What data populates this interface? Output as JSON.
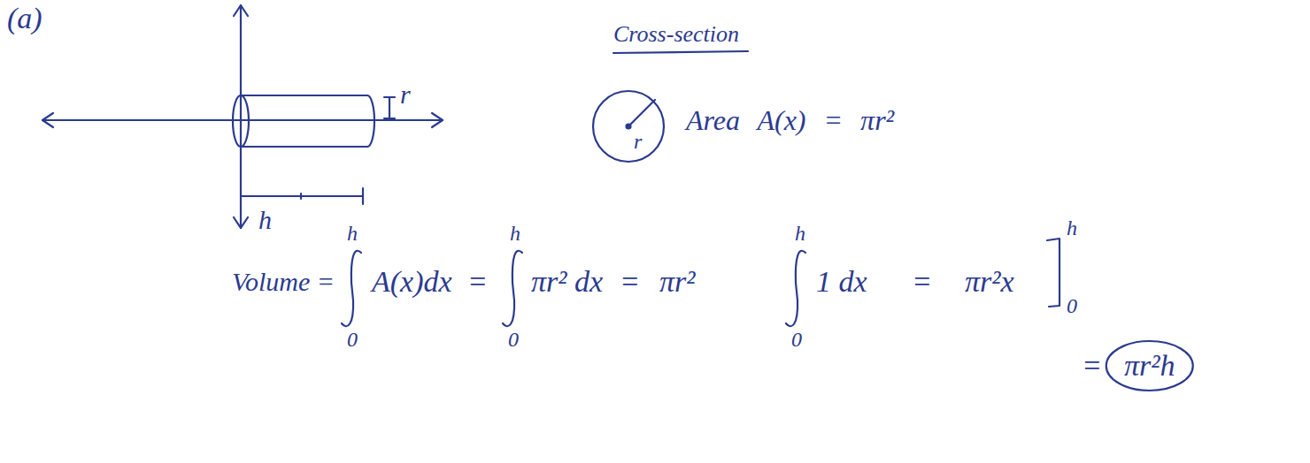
{
  "diagram": {
    "labels": [
      "(a)",
      "r",
      "h",
      "Cross-section",
      "r",
      "Area A(x) = πr²",
      "Volume =",
      "h",
      "0",
      "A(x)dx",
      "=",
      "h",
      "0",
      "πr² dx",
      "=",
      "πr²",
      "h",
      "0",
      "1 dx",
      "=",
      "πr²x",
      "h",
      "0",
      "=",
      "πr²h"
    ]
  }
}
